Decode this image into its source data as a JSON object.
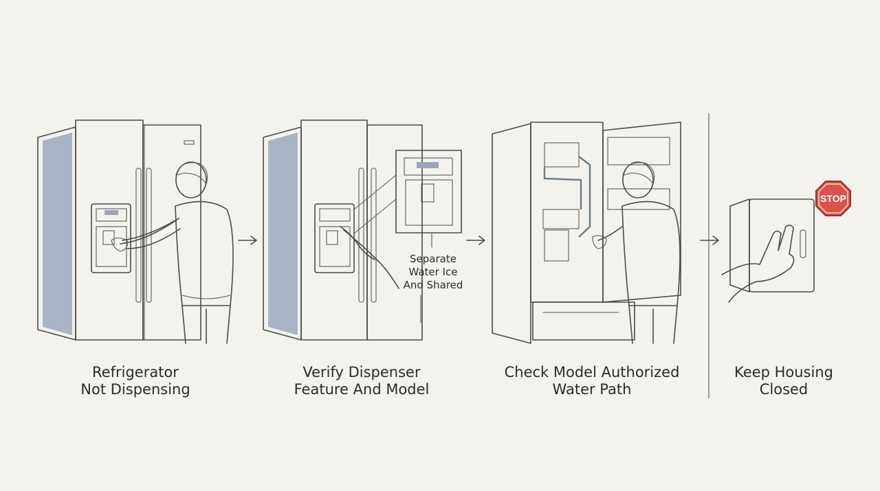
{
  "steps": [
    {
      "line1": "Refrigerator",
      "line2": "Not Dispensing"
    },
    {
      "line1": "Verify Dispenser",
      "line2": "Feature And Model"
    },
    {
      "line1": "Check Model Authorized",
      "line2": "Water Path"
    },
    {
      "line1": "Keep Housing",
      "line2": "Closed"
    }
  ],
  "callout": {
    "line1": "Separate",
    "line2": "Water Ice",
    "line3": "And Shared"
  },
  "stop_sign": {
    "text": "STOP"
  },
  "colors": {
    "background": "#f3f2ec",
    "fridge": "#dfe3e8",
    "fridge_shadow": "#b9c2cf",
    "highlight": "#e8c48a",
    "stop": "#d9534a"
  }
}
